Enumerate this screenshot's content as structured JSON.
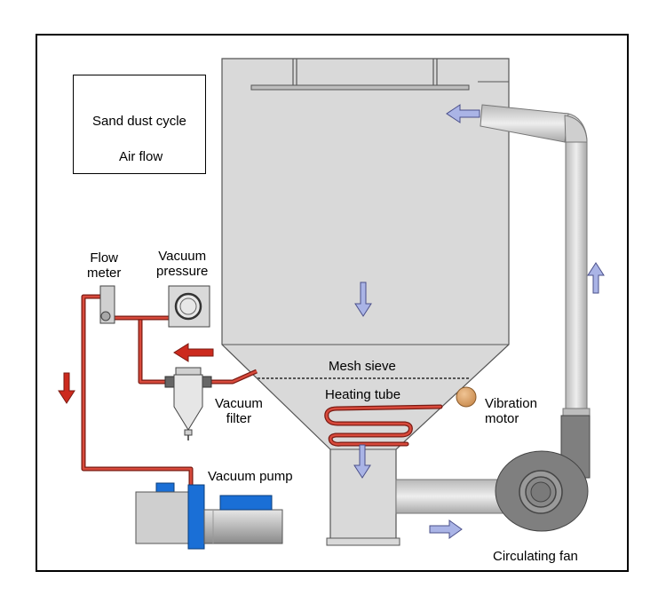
{
  "legend": {
    "sand_dust_cycle": "Sand dust cycle",
    "air_flow": "Air flow",
    "sand_arrow_color": "#aab4e6",
    "air_arrow_color": "#cc2a1e"
  },
  "labels": {
    "flow_meter": "Flow\nmeter",
    "vacuum_pressure": "Vacuum\npressure",
    "vacuum_filter": "Vacuum\nfilter",
    "mesh_sieve": "Mesh sieve",
    "heating_tube": "Heating tube",
    "vibration_motor": "Vibration\nmotor",
    "vacuum_pump": "Vacuum pump",
    "circulating_fan": "Circulating fan"
  },
  "colors": {
    "hopper": "#d9d9d9",
    "pipe": "#cc2a1e",
    "pump_blue": "#1a6fd6",
    "fan": "#7f7f7f",
    "vibration_motor": "#d9a36b"
  }
}
